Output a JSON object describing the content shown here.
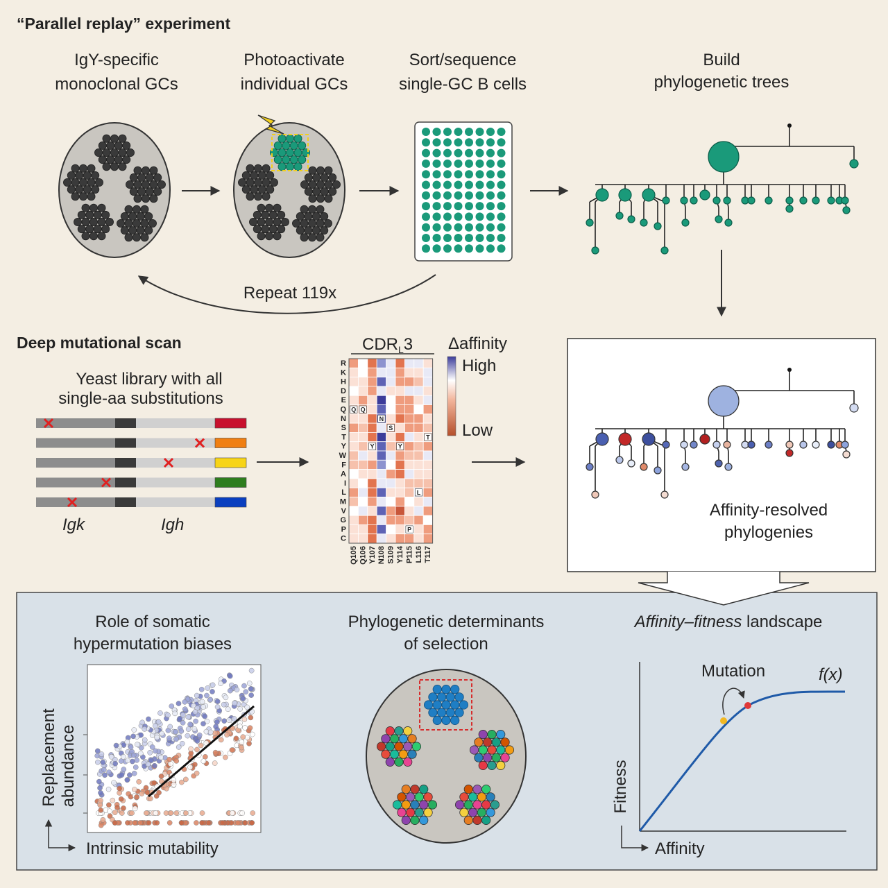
{
  "title": "“Parallel replay” experiment",
  "steps": [
    {
      "line1": "IgY-specific",
      "line2": "monoclonal GCs"
    },
    {
      "line1": "Photoactivate",
      "line2": "individual GCs"
    },
    {
      "line1": "Sort/sequence",
      "line2": "single-GC B cells"
    },
    {
      "line1": "Build",
      "line2": "phylogenetic trees"
    }
  ],
  "repeat_label": "Repeat 119x",
  "dms": {
    "title": "Deep mutational scan",
    "library_line1": "Yeast library with all",
    "library_line2": "single-aa substitutions",
    "igk": "Igk",
    "igh": "Igh",
    "library_colors": [
      "#c8102e",
      "#f07f12",
      "#f7d417",
      "#2e7d1e",
      "#0a3fbf"
    ]
  },
  "heatmap": {
    "title_main": "CDR",
    "title_sub": "L",
    "title_tail": "3",
    "rows": [
      "R",
      "K",
      "H",
      "D",
      "E",
      "Q",
      "N",
      "S",
      "T",
      "Y",
      "W",
      "F",
      "A",
      "I",
      "L",
      "M",
      "V",
      "G",
      "P",
      "C"
    ],
    "cols": [
      "Q105",
      "Q106",
      "Y107",
      "N108",
      "S109",
      "Y114",
      "P115",
      "L116",
      "T117"
    ],
    "wildtype_marks": [
      [
        "Q",
        "Q105"
      ],
      [
        "Q",
        "Q106"
      ],
      [
        "Y",
        "Y107"
      ],
      [
        "N",
        "N108"
      ],
      [
        "S",
        "S109"
      ],
      [
        "Y",
        "Y114"
      ],
      [
        "P",
        "P115"
      ],
      [
        "L",
        "L116"
      ],
      [
        "T",
        "T117"
      ]
    ]
  },
  "legend": {
    "title": "Δaffinity",
    "high": "High",
    "low": "Low",
    "high_color": "#3c3c9a",
    "low_color": "#b5502c"
  },
  "phylogeny_label_line1": "Affinity-resolved",
  "phylogeny_label_line2": "phylogenies",
  "bottom": {
    "panel1_line1": "Role of somatic",
    "panel1_line2": "hypermutation biases",
    "panel2_line1": "Phylogenetic determinants",
    "panel2_line2": "of selection",
    "panel3_italic": "Affinity–fitness",
    "panel3_rest": " landscape",
    "scatter_ylabel_line1": "Replacement",
    "scatter_ylabel_line2": "abundance",
    "scatter_xlabel": "Intrinsic mutability",
    "curve_label": "f(x)",
    "mutation_label": "Mutation",
    "fitness_label": "Fitness",
    "affinity_label": "Affinity"
  },
  "colors": {
    "gc_green": "#1a9a7a",
    "gc_dark": "#3a3a3a",
    "photo_yellow": "#f2cf1d",
    "curve_blue": "#1f5aa8",
    "panel_bg": "#d9e1e8",
    "selected_blue": "#1f7ec4"
  }
}
